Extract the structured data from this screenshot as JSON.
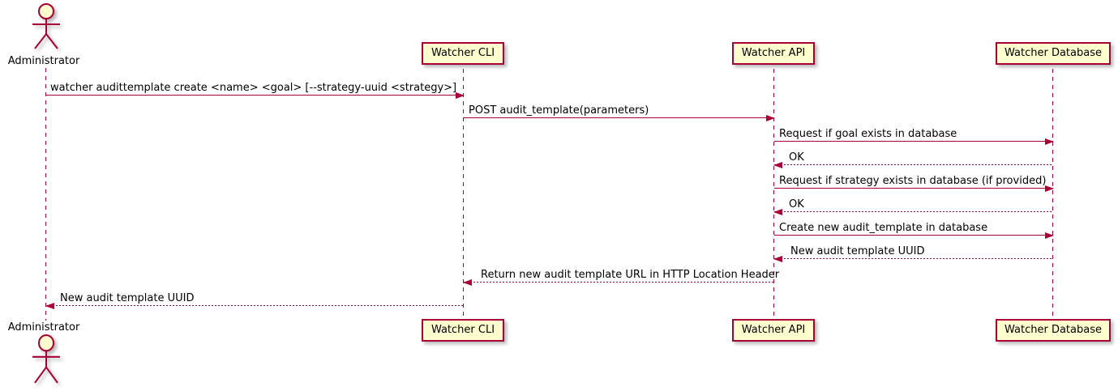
{
  "diagram": {
    "type": "uml-sequence-diagram",
    "colors": {
      "line": "#A80036",
      "participant_fill": "#FEFECE",
      "text": "#000000",
      "background": "#FFFFFF"
    },
    "actor": {
      "label": "Administrator",
      "kind": "actor"
    },
    "participants": [
      {
        "label": "Watcher CLI"
      },
      {
        "label": "Watcher API"
      },
      {
        "label": "Watcher Database"
      }
    ],
    "messages": [
      {
        "from": "Administrator",
        "to": "Watcher CLI",
        "style": "solid",
        "label": "watcher audittemplate create <name> <goal> [--strategy-uuid <strategy>]"
      },
      {
        "from": "Watcher CLI",
        "to": "Watcher API",
        "style": "solid",
        "label": "POST audit_template(parameters)"
      },
      {
        "from": "Watcher API",
        "to": "Watcher Database",
        "style": "solid",
        "label": "Request if goal exists in database"
      },
      {
        "from": "Watcher Database",
        "to": "Watcher API",
        "style": "dashed",
        "label": "OK"
      },
      {
        "from": "Watcher API",
        "to": "Watcher Database",
        "style": "solid",
        "label": "Request if strategy exists in database (if provided)"
      },
      {
        "from": "Watcher Database",
        "to": "Watcher API",
        "style": "dashed",
        "label": "OK"
      },
      {
        "from": "Watcher API",
        "to": "Watcher Database",
        "style": "solid",
        "label": "Create new audit_template in database"
      },
      {
        "from": "Watcher Database",
        "to": "Watcher API",
        "style": "dashed",
        "label": "New audit template UUID"
      },
      {
        "from": "Watcher API",
        "to": "Watcher CLI",
        "style": "dashed",
        "label": "Return new audit template URL in HTTP Location Header"
      },
      {
        "from": "Watcher CLI",
        "to": "Administrator",
        "style": "dashed",
        "label": "New audit template UUID"
      }
    ]
  }
}
